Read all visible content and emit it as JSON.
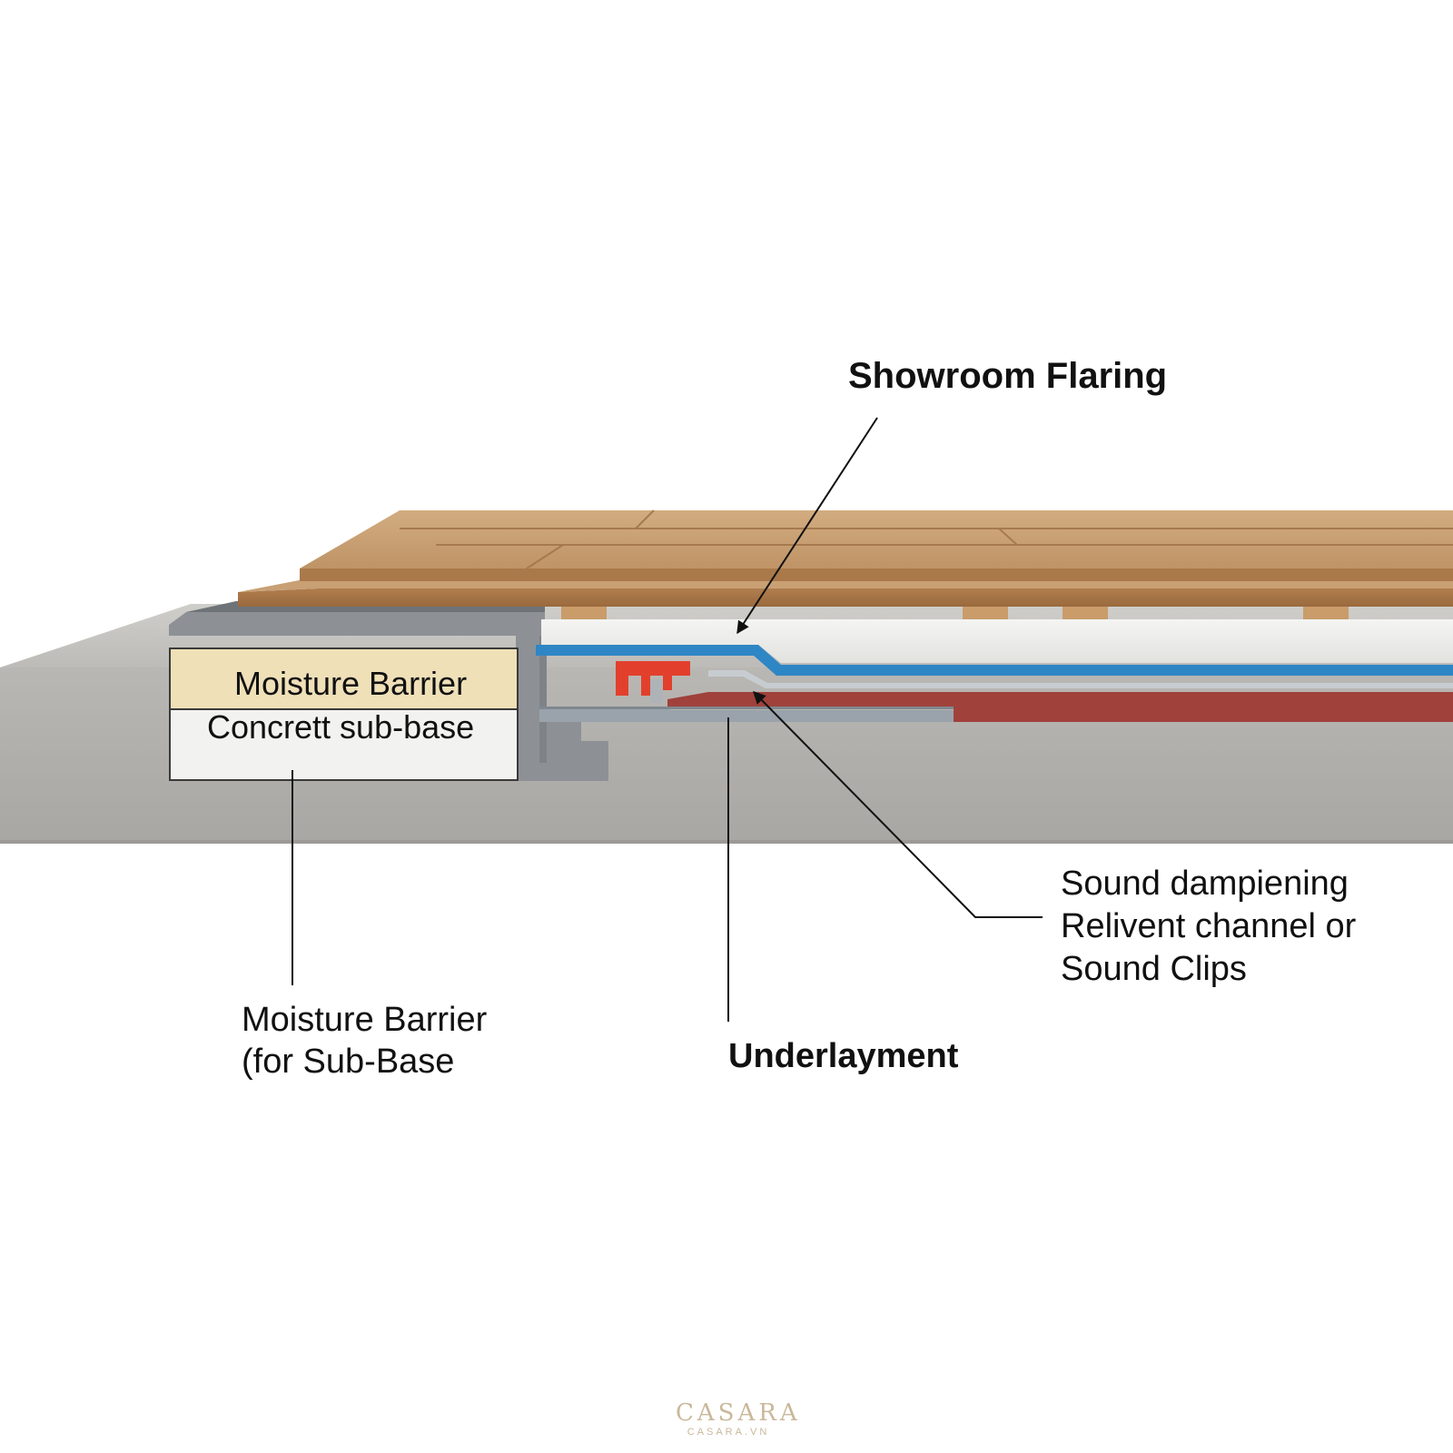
{
  "labels": {
    "showroom": "Showroom Flaring",
    "box_moisture": "Moisture Barrier",
    "box_concrete": "Concrett sub-base",
    "sound": [
      "Sound dampiening",
      "Relivent channel or",
      "Sound Clips"
    ],
    "moisture_sub": [
      "Moisture Barrier",
      "(for Sub-Base"
    ],
    "underlayment": "Underlayment"
  },
  "watermark": {
    "brand": "CASARA",
    "url": "CASARA.VN"
  },
  "colors": {
    "wood": "#c49a6c",
    "concrete": "#b3b1ad",
    "foam": "#ececea",
    "blue_membrane": "#2f86c5",
    "red_underlay": "#a0413b",
    "clip": "#e2402c",
    "moisture_box": "#efe0b8",
    "subbase_box": "#f2f2f1"
  }
}
